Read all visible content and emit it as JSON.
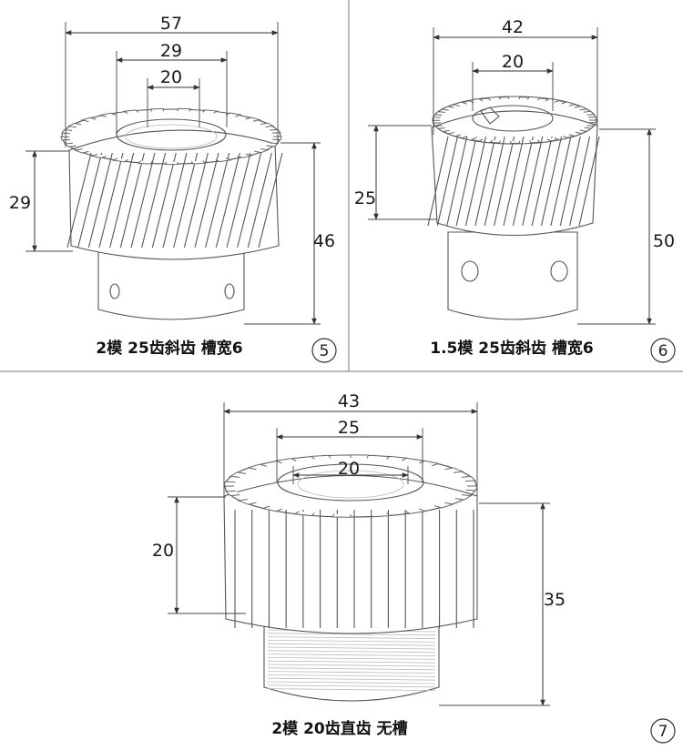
{
  "panels": [
    {
      "id": "5",
      "caption": "2模 25齿斜齿 槽宽6",
      "dims": {
        "outer_width": "57",
        "bore_outer": "29",
        "bore_inner": "20",
        "tooth_height": "29",
        "total_height": "46"
      },
      "gear_type": "helical",
      "colors": {
        "line": "#333333",
        "sketch": "#555555"
      }
    },
    {
      "id": "6",
      "caption": "1.5模 25齿斜齿 槽宽6",
      "dims": {
        "outer_width": "42",
        "bore": "20",
        "tooth_height": "25",
        "total_height": "50"
      },
      "gear_type": "helical"
    },
    {
      "id": "7",
      "caption": "2模 20齿直齿 无槽",
      "dims": {
        "outer_width": "43",
        "bore_outer": "25",
        "bore_inner": "20",
        "tooth_height": "20",
        "total_height": "35"
      },
      "gear_type": "spur"
    }
  ],
  "badges": [
    "⑤",
    "⑥",
    "⑦"
  ]
}
